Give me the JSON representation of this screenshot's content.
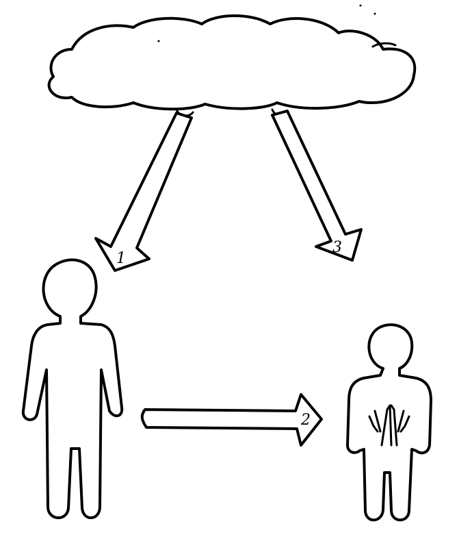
{
  "diagram": {
    "elements": {
      "cloud": {
        "icon": "cloud-icon"
      },
      "standing_person": {
        "icon": "person-standing-icon"
      },
      "praying_person": {
        "icon": "person-praying-icon"
      }
    },
    "arrows": [
      {
        "label": "1",
        "from": "cloud",
        "to": "standing_person"
      },
      {
        "label": "2",
        "from": "standing_person",
        "to": "praying_person"
      },
      {
        "label": "3",
        "from": "cloud",
        "to": "praying_person"
      }
    ],
    "colors": {
      "ink": "#000000",
      "paper": "#ffffff"
    }
  }
}
